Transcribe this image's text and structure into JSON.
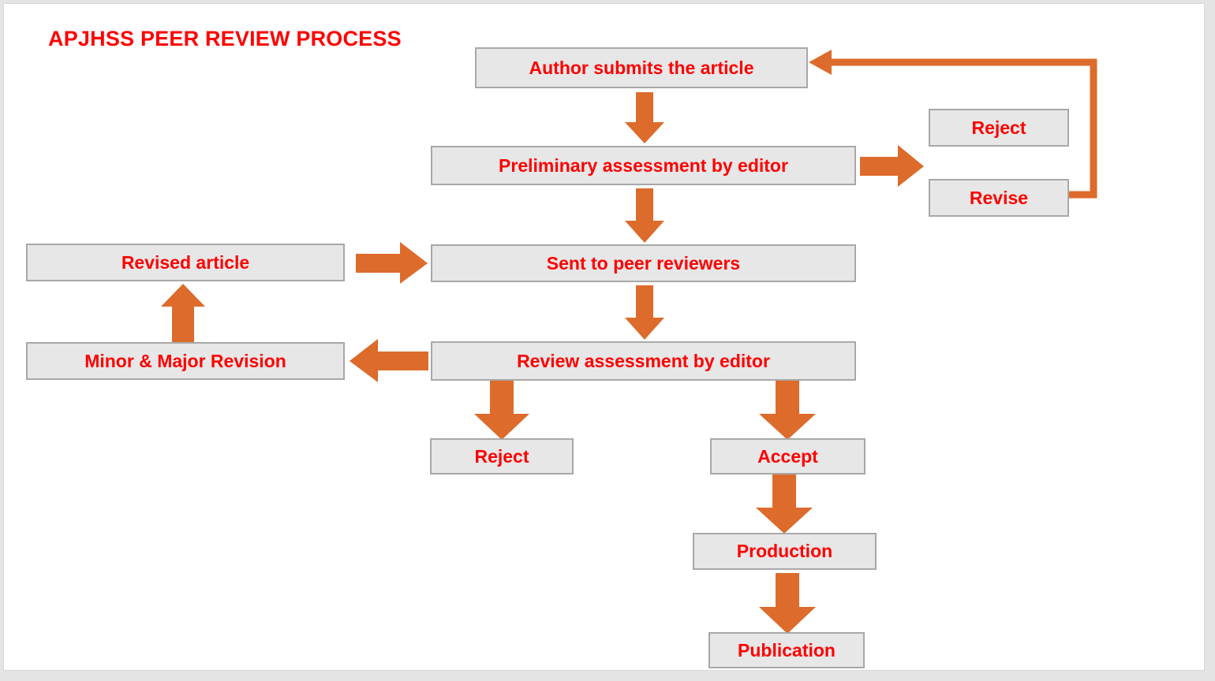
{
  "title": "APJHSS PEER REVIEW PROCESS",
  "colors": {
    "box_fill": "#e7e7e7",
    "box_border": "#a8a8a8",
    "text": "#fe0000",
    "arrow": "#dd6b2b",
    "canvas": "#ffffff",
    "page_bg": "#e4e4e4"
  },
  "nodes": {
    "author_submits": "Author submits the article",
    "preliminary_assessment": "Preliminary assessment by editor",
    "sent_to_reviewers": "Sent to peer reviewers",
    "review_assessment": "Review assessment by editor",
    "reject_top": "Reject",
    "revise": "Revise",
    "revised_article": "Revised article",
    "minor_major_revision": "Minor & Major Revision",
    "reject_bottom": "Reject",
    "accept": "Accept",
    "production": "Production",
    "publication": "Publication"
  },
  "edges": [
    {
      "name": "author-to-preliminary",
      "direction": "down",
      "from": "author_submits",
      "to": "preliminary_assessment"
    },
    {
      "name": "preliminary-to-sent",
      "direction": "down",
      "from": "preliminary_assessment",
      "to": "sent_to_reviewers"
    },
    {
      "name": "preliminary-to-decision",
      "direction": "right",
      "from": "preliminary_assessment",
      "to": "reject_top / revise"
    },
    {
      "name": "sent-to-review",
      "direction": "down",
      "from": "sent_to_reviewers",
      "to": "review_assessment"
    },
    {
      "name": "review-to-revision",
      "direction": "left",
      "from": "review_assessment",
      "to": "minor_major_revision"
    },
    {
      "name": "revision-to-revised",
      "direction": "up",
      "from": "minor_major_revision",
      "to": "revised_article"
    },
    {
      "name": "revised-to-sent",
      "direction": "right",
      "from": "revised_article",
      "to": "sent_to_reviewers"
    },
    {
      "name": "review-to-reject",
      "direction": "down",
      "from": "review_assessment",
      "to": "reject_bottom"
    },
    {
      "name": "review-to-accept",
      "direction": "down",
      "from": "review_assessment",
      "to": "accept"
    },
    {
      "name": "accept-to-production",
      "direction": "down",
      "from": "accept",
      "to": "production"
    },
    {
      "name": "production-to-publication",
      "direction": "down",
      "from": "production",
      "to": "publication"
    },
    {
      "name": "revise-to-author-loop",
      "direction": "loop-left",
      "from": "revise",
      "to": "author_submits"
    }
  ]
}
